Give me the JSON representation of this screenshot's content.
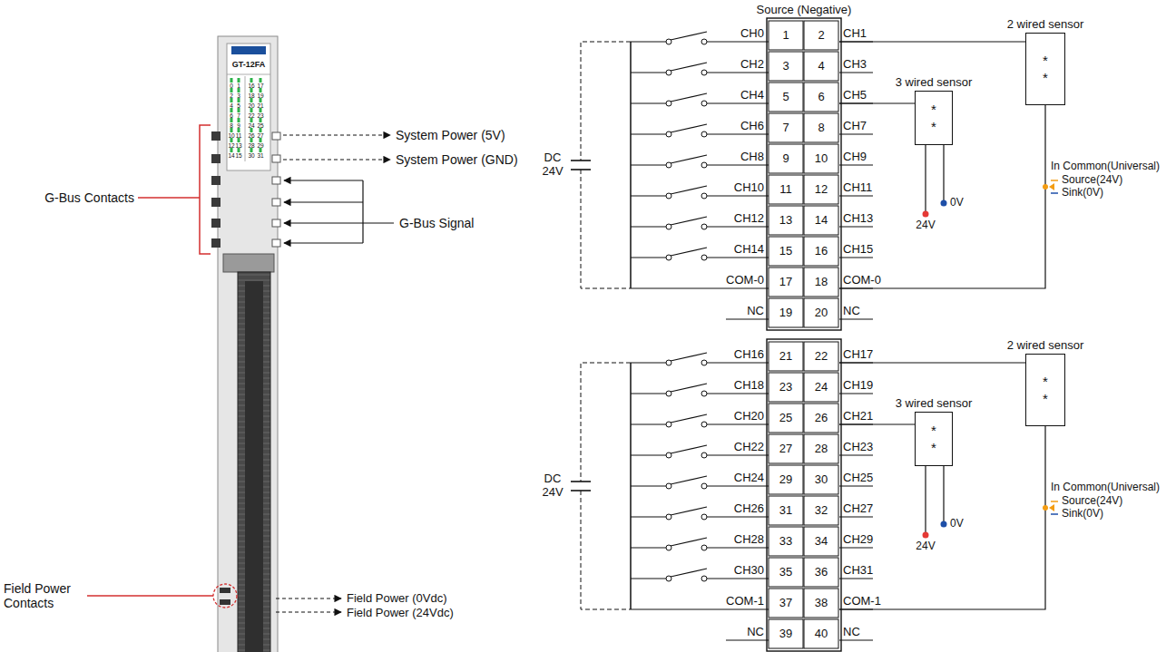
{
  "diagram": {
    "nodes": [
      {
        "text": [
          "GT-12FA"
        ]
      },
      {
        "text": [
          "2 wired sensor",
          "* *"
        ]
      },
      {
        "text": [
          "3 wired sensor",
          "* *"
        ]
      },
      {
        "text": [
          "2 wired sensor",
          "* *"
        ]
      },
      {
        "text": [
          "3 wired sensor",
          "* *"
        ]
      }
    ],
    "labels": [
      "G-Bus Contacts",
      "System Power (5V)",
      "System Power (GND)",
      "G-Bus Signal",
      "Field Power Contacts",
      "Field Power (0Vdc)",
      "Field Power (24Vdc)",
      "Source (Negative)",
      "1",
      "2",
      "3",
      "4",
      "5",
      "6",
      "7",
      "8",
      "9",
      "10",
      "11",
      "12",
      "13",
      "14",
      "15",
      "16",
      "17",
      "18",
      "19",
      "20",
      "21",
      "22",
      "23",
      "24",
      "25",
      "26",
      "27",
      "28",
      "29",
      "30",
      "31",
      "32",
      "33",
      "34",
      "35",
      "36",
      "37",
      "38",
      "39",
      "40",
      "CH0",
      "CH2",
      "CH4",
      "CH6",
      "CH8",
      "CH10",
      "CH12",
      "CH14",
      "COM-0",
      "NC",
      "CH16",
      "CH18",
      "CH20",
      "CH22",
      "CH24",
      "CH26",
      "CH28",
      "CH30",
      "COM-1",
      "NC",
      "CH1",
      "CH3",
      "CH5",
      "CH7",
      "CH9",
      "CH11",
      "CH13",
      "CH15",
      "COM-0",
      "NC",
      "CH17",
      "CH19",
      "CH21",
      "CH23",
      "CH25",
      "CH27",
      "CH29",
      "CH31",
      "COM-1",
      "NC",
      "DC 24V",
      "DC 24V",
      "0V",
      "24V",
      "0V",
      "24V",
      "In Common(Universal)",
      "Source(24V)",
      "Sink(0V)",
      "In Common(Universal)",
      "Source(24V)",
      "Sink(0V)",
      "0",
      "1",
      "16",
      "17",
      "2",
      "3",
      "18",
      "19",
      "4",
      "5",
      "20",
      "21",
      "6",
      "7",
      "22",
      "23",
      "8",
      "9",
      "24",
      "25",
      "10",
      "11",
      "26",
      "27",
      "12",
      "13",
      "28",
      "29",
      "14",
      "15",
      "30",
      "31"
    ]
  }
}
